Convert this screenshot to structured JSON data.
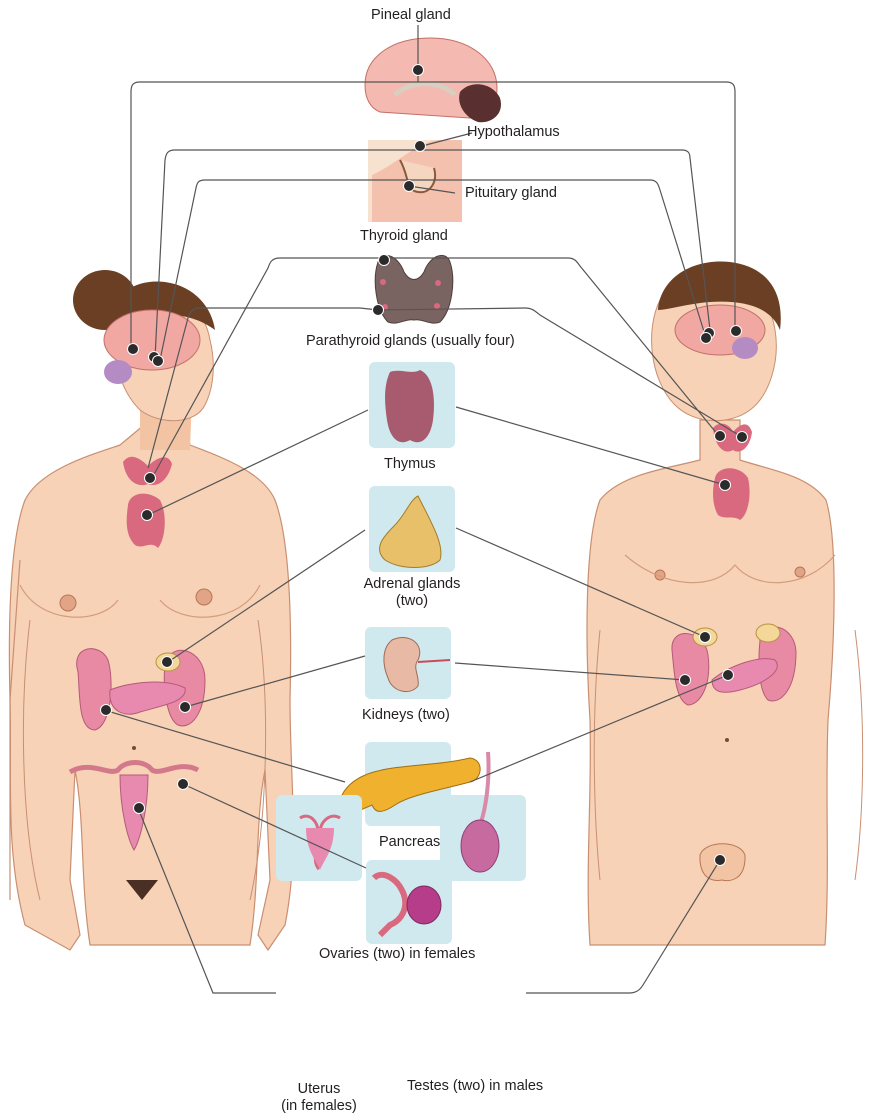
{
  "labels": {
    "pineal": "Pineal gland",
    "hypothalamus": "Hypothalamus",
    "pituitary": "Pituitary gland",
    "thyroid": "Thyroid gland",
    "parathyroid": "Parathyroid glands (usually four)",
    "thymus": "Thymus",
    "adrenal_line1": "Adrenal glands",
    "adrenal_line2": "(two)",
    "kidneys": "Kidneys (two)",
    "pancreas": "Pancreas",
    "ovaries": "Ovaries (two) in females",
    "uterus_line1": "Uterus",
    "uterus_line2": "(in females)",
    "testes": "Testes (two) in males"
  },
  "colors": {
    "skin": "#f7d2b6",
    "skin_shadow": "#e9b291",
    "hair": "#6b3f24",
    "brain": "#f1a7a2",
    "gland_pink": "#d9697f",
    "thyroid": "#7a6462",
    "adrenal": "#e9c06a",
    "pancreas": "#f0b22e",
    "kidney": "#e98aa5",
    "panel": "#cfe9ee",
    "line": "#555555",
    "dot": "#2b2b2b"
  }
}
